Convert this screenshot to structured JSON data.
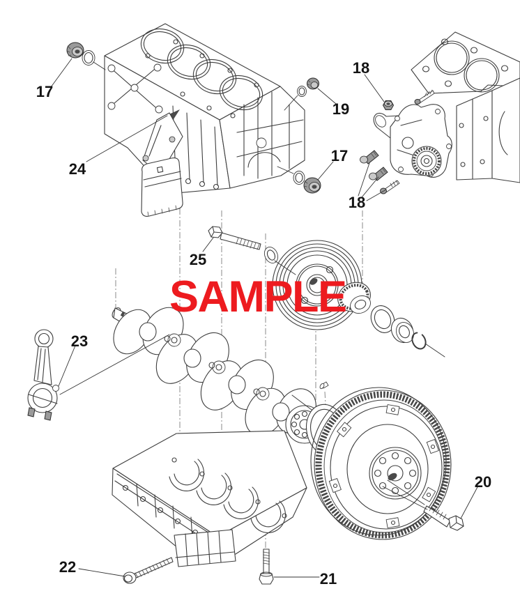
{
  "watermark": {
    "text": "SAMPLE",
    "color": "#ed1b1f"
  },
  "callouts": {
    "c17_left": "17",
    "c24": "24",
    "c18_top": "18",
    "c19": "19",
    "c17_mid": "17",
    "c18_mid": "18",
    "c25": "25",
    "c23": "23",
    "c20": "20",
    "c22": "22",
    "c21": "21"
  }
}
